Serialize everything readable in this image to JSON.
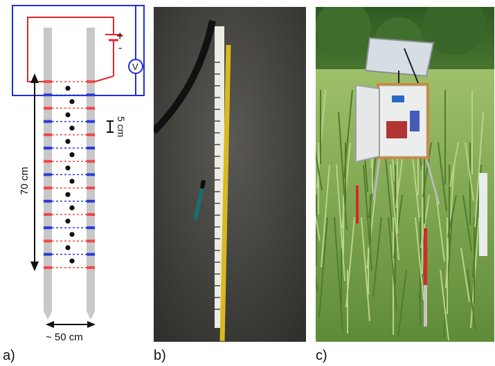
{
  "figure": {
    "panel_labels": [
      "a)",
      "b)",
      "c)"
    ],
    "schematic": {
      "spacing_label": "5 cm",
      "length_label": "70 cm",
      "width_label": "~ 50 cm",
      "battery_plus": "+",
      "battery_minus": "-",
      "voltmeter_label": "V",
      "colors": {
        "circuit_red": "#e8242a",
        "circuit_blue": "#1f2fd6",
        "rod_grey": "#c8c8c8",
        "electrode_red": "#f04747",
        "electrode_blue": "#2a3cd8"
      }
    },
    "photo_b": {
      "description_icon": "probe-on-concrete-photo"
    },
    "photo_c": {
      "description_icon": "field-station-photo"
    }
  }
}
